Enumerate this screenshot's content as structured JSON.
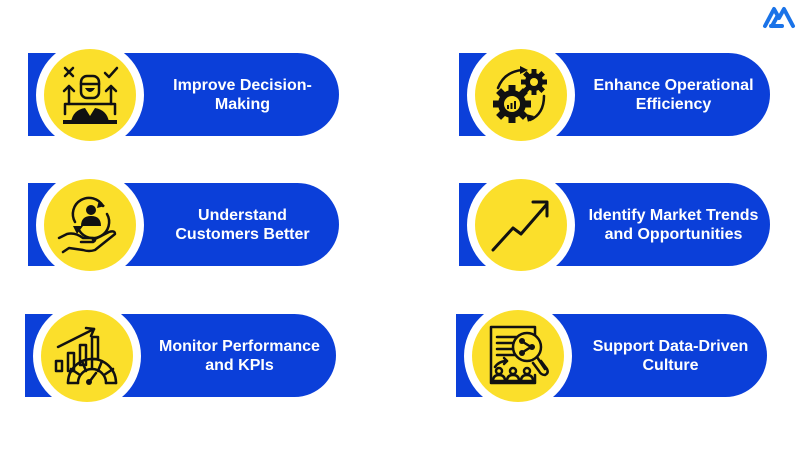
{
  "brand": {
    "logo_icon": "mountain-logo-icon",
    "accent": "#0b3fd9",
    "highlight": "#fbdf2b",
    "logo_color": "#1a73e8"
  },
  "cards": [
    {
      "id": "improve-decision-making",
      "line1": "Improve Decision-",
      "line2": "Making",
      "icon": "decision-making-icon"
    },
    {
      "id": "enhance-operational-efficiency",
      "line1": "Enhance Operational",
      "line2": "Efficiency",
      "icon": "gears-cycle-icon"
    },
    {
      "id": "understand-customers-better",
      "line1": "Understand",
      "line2": "Customers Better",
      "icon": "customer-in-hand-icon"
    },
    {
      "id": "identify-market-trends",
      "line1": "Identify Market Trends",
      "line2": "and Opportunities",
      "icon": "trend-arrow-icon"
    },
    {
      "id": "monitor-performance-kpis",
      "line1": "Monitor Performance",
      "line2": "and KPIs",
      "icon": "kpi-gauge-icon"
    },
    {
      "id": "support-data-driven-culture",
      "line1": "Support Data-Driven",
      "line2": "Culture",
      "icon": "data-analysis-team-icon"
    }
  ]
}
